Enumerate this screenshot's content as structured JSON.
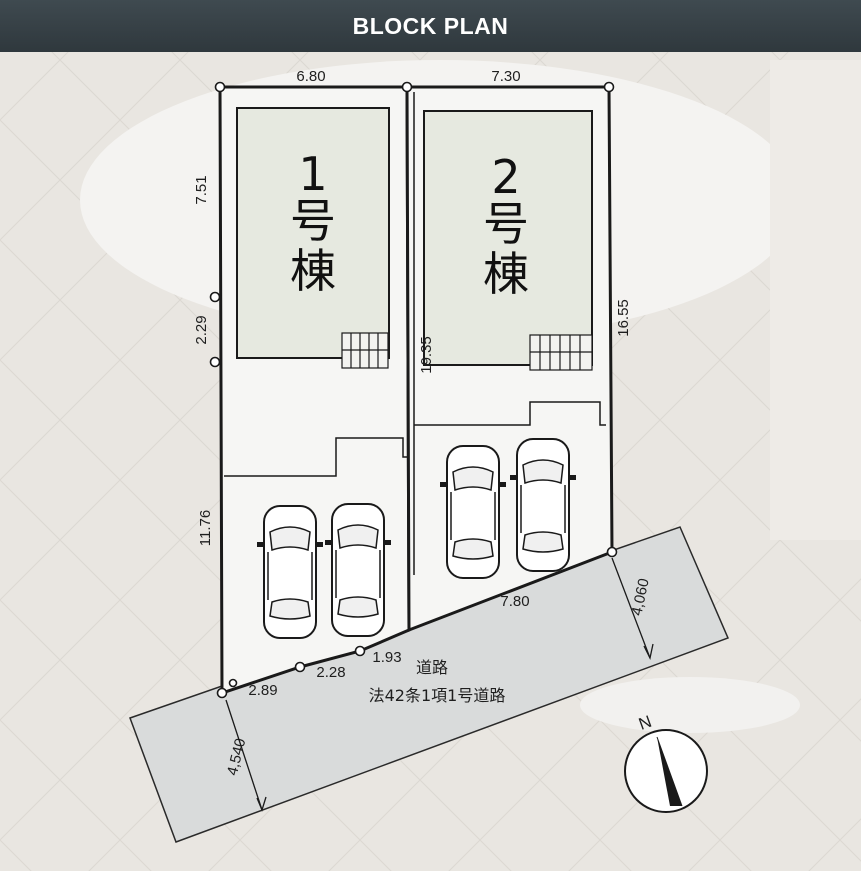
{
  "header": {
    "title": "BLOCK PLAN"
  },
  "lots": [
    {
      "number": "1",
      "suffix_1": "号",
      "suffix_2": "棟"
    },
    {
      "number": "2",
      "suffix_1": "号",
      "suffix_2": "棟"
    }
  ],
  "dimensions": {
    "top_lot1": "6.80",
    "top_lot2": "7.30",
    "left_upper": "7.51",
    "left_middle": "2.29",
    "left_lower": "11.76",
    "center_divider": "19.35",
    "right_side": "16.55",
    "front_2_89": "2.89",
    "front_2_28": "2.28",
    "front_1_93": "1.93",
    "front_7_80": "7.80",
    "road_width_left": "4,540",
    "road_width_right": "4,060"
  },
  "road": {
    "name": "道路",
    "classification": "法42条1項1号道路"
  },
  "compass": {
    "label": "N"
  },
  "colors": {
    "header_bg": "#333c42",
    "road_fill": "#d9dbdb",
    "line": "#1a1a1a"
  }
}
